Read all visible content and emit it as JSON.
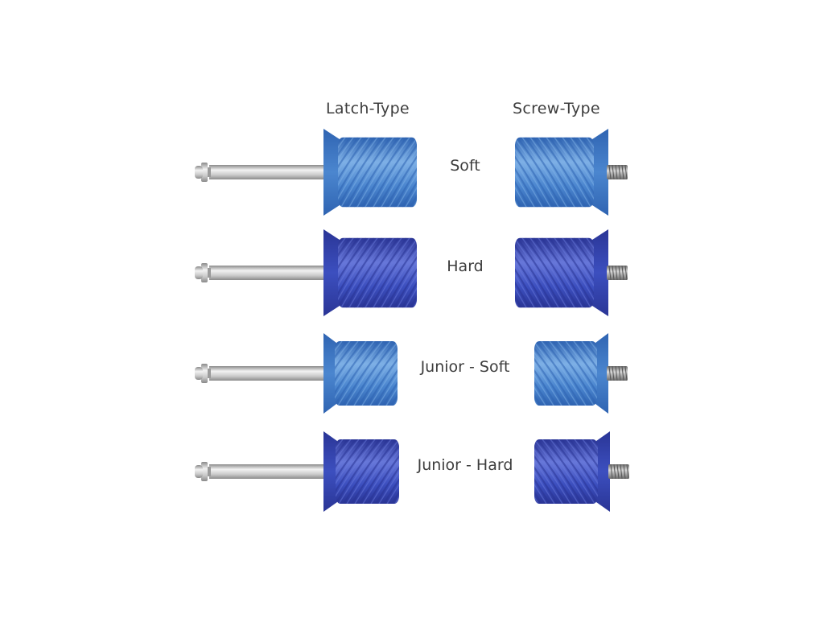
{
  "headers": {
    "latch": "Latch-Type",
    "screw": "Screw-Type"
  },
  "rows": [
    {
      "label": "Soft",
      "size": "regular",
      "shade": "soft"
    },
    {
      "label": "Hard",
      "size": "regular",
      "shade": "hard"
    },
    {
      "label": "Junior - Soft",
      "size": "junior",
      "shade": "soft"
    },
    {
      "label": "Junior - Hard",
      "size": "junior",
      "shade": "hard"
    }
  ],
  "colors": {
    "soft_body": "#4b86cf",
    "soft_dark": "#2f64b2",
    "soft_light": "#7eb0e6",
    "hard_body": "#3c4fbf",
    "hard_dark": "#2a3596",
    "hard_light": "#6777d9",
    "steel_light": "#f2f2f2",
    "steel_dark": "#8a8a8a"
  },
  "icons": {
    "latch": "latch-type-prophy-cup-icon",
    "screw": "screw-type-prophy-cup-icon"
  }
}
